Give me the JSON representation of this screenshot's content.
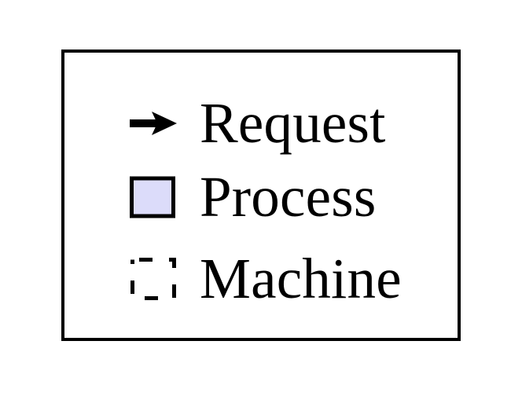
{
  "figure": {
    "type": "legend",
    "background_color": "#FFFFFF",
    "border_color": "#000000"
  },
  "legend": {
    "items": [
      {
        "id": "request",
        "label": "Request",
        "symbol": "arrow-right-icon",
        "symbol_kind": "arrow",
        "symbol_color": "#000000",
        "fill_color": "#000000",
        "stroke_style": "solid"
      },
      {
        "id": "process",
        "label": "Process",
        "symbol": "filled-square-icon",
        "symbol_kind": "square",
        "symbol_color": "#000000",
        "fill_color": "#DCDCFA",
        "stroke_style": "solid"
      },
      {
        "id": "machine",
        "label": "Machine",
        "symbol": "dashed-square-icon",
        "symbol_kind": "square",
        "symbol_color": "#000000",
        "fill_color": "none",
        "stroke_style": "dashed"
      }
    ]
  }
}
